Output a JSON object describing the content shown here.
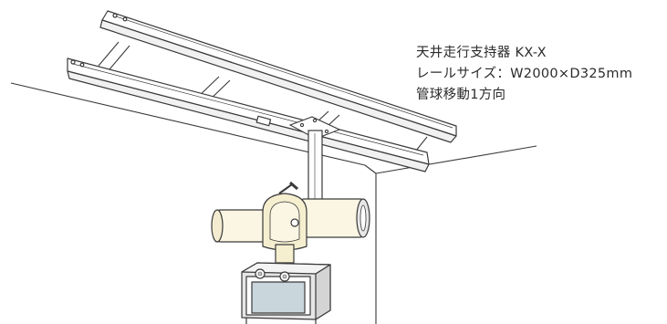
{
  "product": {
    "name": "天井走行支持器 KX-X",
    "rail_size": "レールサイズ：W2000×D325mm",
    "movement": "管球移動1方向"
  },
  "colors": {
    "line": "#3a3a3a",
    "rail_fill": "#ffffff",
    "tube_fill": "#fbf6e3",
    "control_panel": "#c9d6dc",
    "control_box": "#e6e6e6",
    "collar": "#f5efd0"
  }
}
